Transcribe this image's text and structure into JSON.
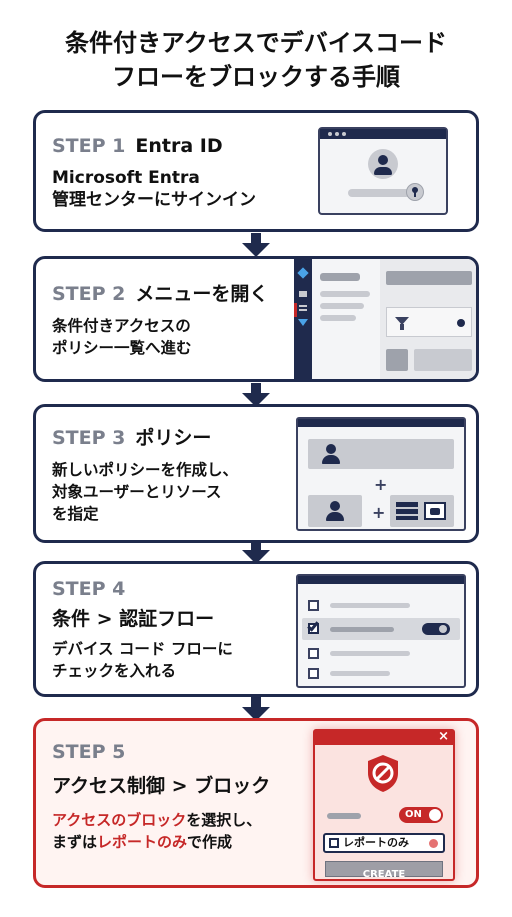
{
  "title": {
    "line1": "条件付きアクセスでデバイスコード",
    "line2": "フローをブロックする手順"
  },
  "steps": [
    {
      "num": "STEP 1",
      "name": "Entra ID",
      "desc_line1": "Microsoft Entra",
      "desc_line2": "管理センターにサインイン"
    },
    {
      "num": "STEP 2",
      "name": "メニューを開く",
      "desc_line1": "条件付きアクセスの",
      "desc_line2": "ポリシー一覧へ進む"
    },
    {
      "num": "STEP 3",
      "name": "ポリシー",
      "desc_line1": "新しいポリシーを作成し、",
      "desc_line2": "対象ユーザーとリソース",
      "desc_line3": "を指定"
    },
    {
      "num": "STEP 4",
      "name": "条件 > 認証フロー",
      "desc_line1": "デバイス コード フローに",
      "desc_line2": "チェックを入れる"
    },
    {
      "num": "STEP 5",
      "name": "アクセス制御 > ブロック",
      "desc_part1": "アクセスのブロック",
      "desc_part2": "を選択し、",
      "desc_part3": "まずは",
      "desc_part4": "レポートのみ",
      "desc_part5": "で作成"
    }
  ],
  "step3_illus": {
    "plus1": "+",
    "plus2": "+"
  },
  "step5_illus": {
    "close": "×",
    "toggle_label": "ON",
    "report_only_label": "レポートのみ",
    "create_label": "CREATE"
  },
  "colors": {
    "navy": "#1f2a4d",
    "red": "#c62828",
    "grey_text": "#7a7f8c"
  }
}
